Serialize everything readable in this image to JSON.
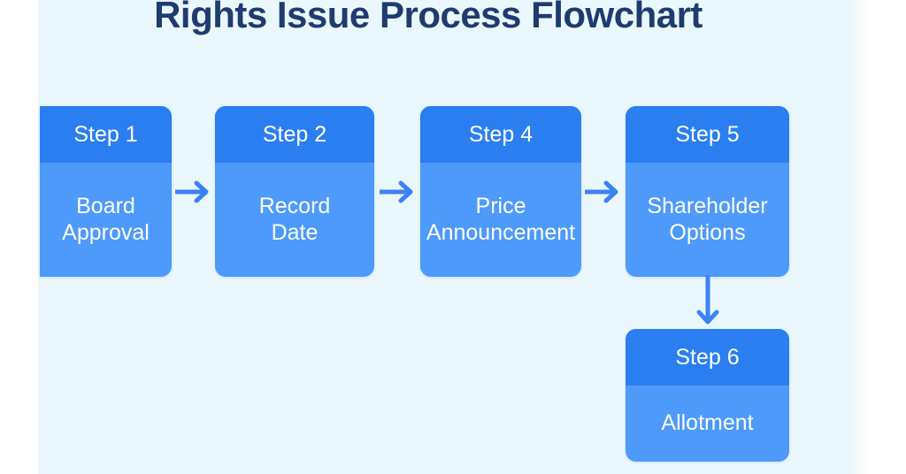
{
  "page": {
    "title": "Rights Issue Process Flowchart",
    "background_color": "#eaf8fd",
    "title_color": "#1f3b70",
    "card_header_color": "#2a7ef0",
    "card_body_color": "#4d9afa",
    "arrow_color": "#3b82f6",
    "card_text_color": "#ffffff"
  },
  "flowchart": {
    "type": "process-flow",
    "nodes": [
      {
        "id": "node-1",
        "step": "Step 1",
        "label": "Board Approval",
        "row": "top",
        "order": 1
      },
      {
        "id": "node-2",
        "step": "Step 2",
        "label": "Record Date",
        "row": "top",
        "order": 2
      },
      {
        "id": "node-3",
        "step": "Step 4",
        "label": "Price Announcement",
        "row": "top",
        "order": 3
      },
      {
        "id": "node-4",
        "step": "Step 5",
        "label": "Shareholder Options",
        "row": "top",
        "order": 4
      },
      {
        "id": "node-5",
        "step": "Step 6",
        "label": "Allotment",
        "row": "bottom",
        "order": 5
      }
    ],
    "connectors": [
      {
        "from": "node-1",
        "to": "node-2",
        "direction": "right"
      },
      {
        "from": "node-2",
        "to": "node-3",
        "direction": "right"
      },
      {
        "from": "node-3",
        "to": "node-4",
        "direction": "right"
      },
      {
        "from": "node-4",
        "to": "node-5",
        "direction": "down"
      }
    ]
  }
}
